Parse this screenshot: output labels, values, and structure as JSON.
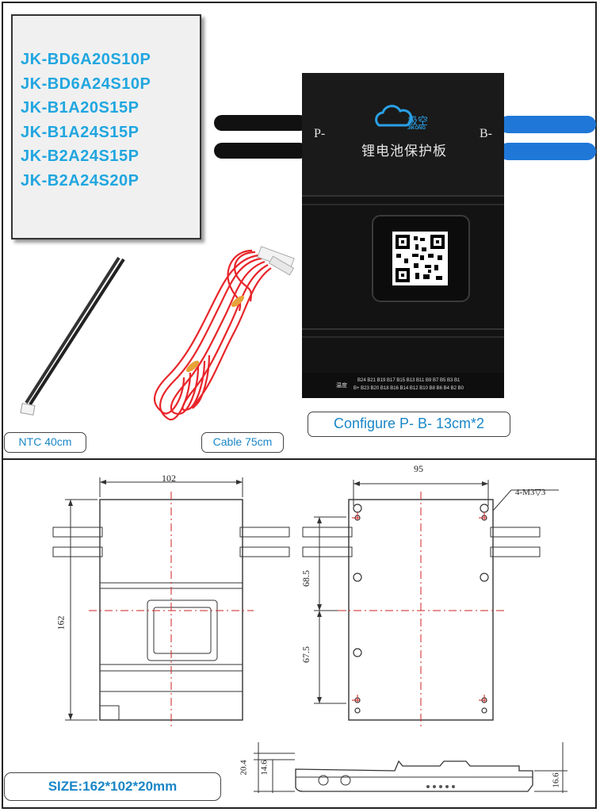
{
  "models": [
    "JK-BD6A20S10P",
    "JK-BD6A24S10P",
    "JK-B1A20S15P",
    "JK-B1A24S15P",
    "JK-B2A24S15P",
    "JK-B2A24S20P"
  ],
  "product": {
    "brand_cn": "极空",
    "brand_en": "JIKONG",
    "title_cn": "锂电池保护板",
    "label_p": "P-",
    "label_b": "B-",
    "pin_label_cn": "温度",
    "pins_row1": "B24 B21 B19 B17 B15 B13 B11 B9 B7 B5 B3 B1",
    "pins_row2": "B+ B23 B20 B18 B16 B14 B12 B10 B8 B6 B4 B2 B0"
  },
  "captions": {
    "ntc": "NTC 40cm",
    "cable": "Cable 75cm",
    "configure": "Configure P- B- 13cm*2",
    "size": "SIZE:162*102*20mm"
  },
  "dimensions": {
    "front_width": "102",
    "front_height": "162",
    "back_width": "95",
    "hole_spec": "4-M3▽3",
    "upper_spacing": "68.5",
    "lower_spacing": "67.5",
    "side_total": "20.4",
    "side_body": "14.6",
    "side_right": "16.6"
  },
  "colors": {
    "model_text": "#20a6e0",
    "blue_wire": "#1f78d8",
    "red_wire": "#e8252a",
    "board_black": "#131313",
    "center_line": "#d22020"
  }
}
